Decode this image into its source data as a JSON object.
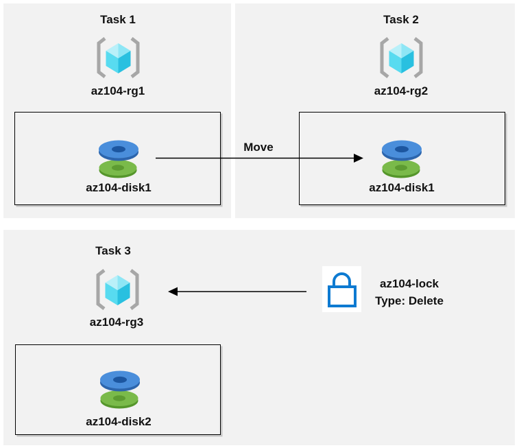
{
  "tasks": [
    {
      "title": "Task 1",
      "resource_group": "az104-rg1",
      "disk": "az104-disk1"
    },
    {
      "title": "Task 2",
      "resource_group": "az104-rg2",
      "disk": "az104-disk1"
    },
    {
      "title": "Task 3",
      "resource_group": "az104-rg3",
      "disk": "az104-disk2"
    }
  ],
  "arrows": {
    "move_label": "Move"
  },
  "lock": {
    "name": "az104-lock",
    "type": "Type: Delete"
  },
  "icons": {
    "resource_group": "azure-resource-group-icon",
    "disk": "azure-managed-disk-icon",
    "lock": "azure-lock-icon"
  },
  "colors": {
    "panel_bg": "#f2f2f2",
    "box_border": "#000000",
    "text": "#111111",
    "arrow": "#000000",
    "rg_bracket": "#a7a7a7",
    "rg_cube_top_left": "#b9f0f9",
    "rg_cube_top_right": "#8ee6f5",
    "rg_cube_left": "#58dbf0",
    "rg_cube_right": "#29c0e0",
    "disk_blue_top": "#4a8edb",
    "disk_blue_side": "#2c65ac",
    "disk_blue_hole": "#1c56a0",
    "disk_green_top": "#7aba4a",
    "disk_green_side": "#55962b",
    "disk_green_hole": "#5d9b31",
    "lock_stroke": "#0d7ad1",
    "lock_bg": "#ffffff"
  }
}
